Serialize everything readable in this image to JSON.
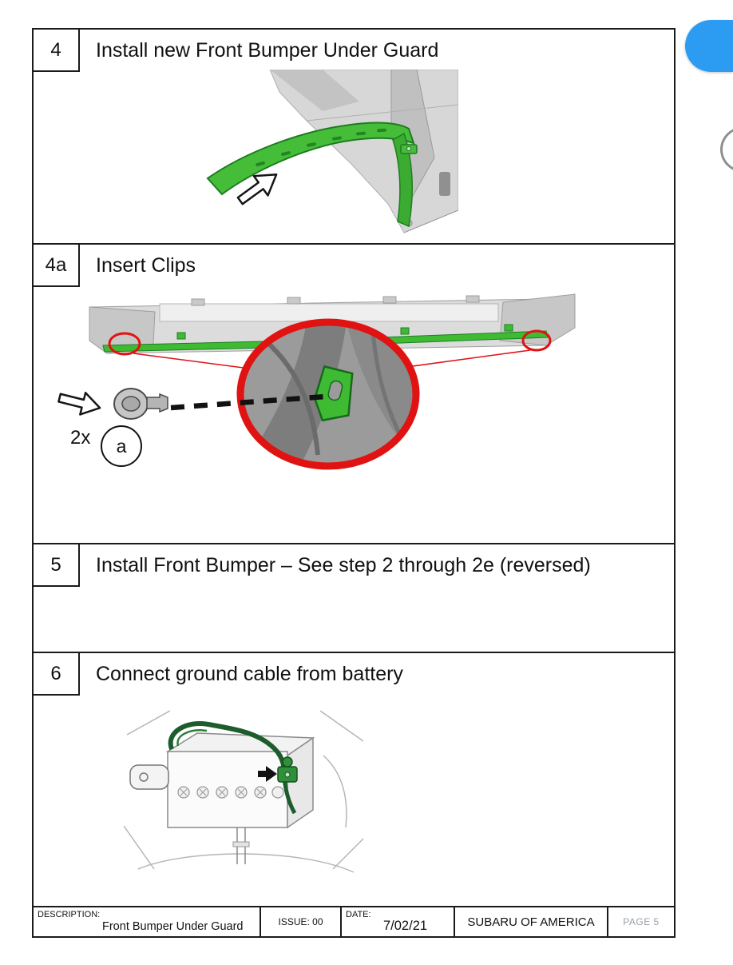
{
  "doc": {
    "steps": [
      {
        "num": "4",
        "title": "Install new Front Bumper Under Guard"
      },
      {
        "num": "4a",
        "title": "Insert Clips"
      },
      {
        "num": "5",
        "title": "Install Front Bumper – See step 2 through 2e (reversed)"
      },
      {
        "num": "6",
        "title": "Connect ground cable from battery"
      }
    ],
    "clip_step": {
      "quantity": "2x",
      "part_label": "a"
    },
    "footer": {
      "description_label": "DESCRIPTION:",
      "description_value": "Front Bumper Under Guard",
      "issue": "ISSUE: 00",
      "date_label": "DATE:",
      "date_value": "7/02/21",
      "company": "SUBARU OF AMERICA",
      "page": "PAGE 5"
    },
    "colors": {
      "highlight_green": "#3fbb33",
      "cable_green": "#1d5c2c",
      "callout_red": "#e01212",
      "scroll_bubble_blue": "#2b9cf2"
    }
  }
}
